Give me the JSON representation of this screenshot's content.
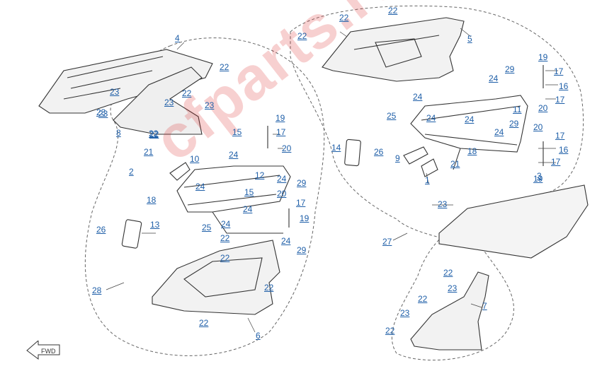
{
  "watermark": "cfparts.ru",
  "fwd_label": "FWD",
  "callouts": [
    "22",
    "22",
    "22",
    "5",
    "4",
    "22",
    "22",
    "23",
    "23",
    "23",
    "22",
    "23",
    "23",
    "8",
    "22",
    "19",
    "15",
    "17",
    "20",
    "21",
    "10",
    "24",
    "12",
    "2",
    "24",
    "24",
    "29",
    "18",
    "15",
    "20",
    "17",
    "24",
    "19",
    "25",
    "24",
    "22",
    "24",
    "29",
    "26",
    "13",
    "22",
    "28",
    "22",
    "22",
    "6",
    "19",
    "17",
    "29",
    "24",
    "16",
    "24",
    "20",
    "17",
    "25",
    "24",
    "11",
    "24",
    "29",
    "24",
    "14",
    "26",
    "18",
    "9",
    "21",
    "20",
    "17",
    "16",
    "17",
    "19",
    "1",
    "3",
    "23",
    "27",
    "22",
    "23",
    "22",
    "7",
    "23",
    "22"
  ],
  "colors": {
    "callout": "#1f5fa8",
    "line": "#333333",
    "watermark": "#dc2828"
  }
}
